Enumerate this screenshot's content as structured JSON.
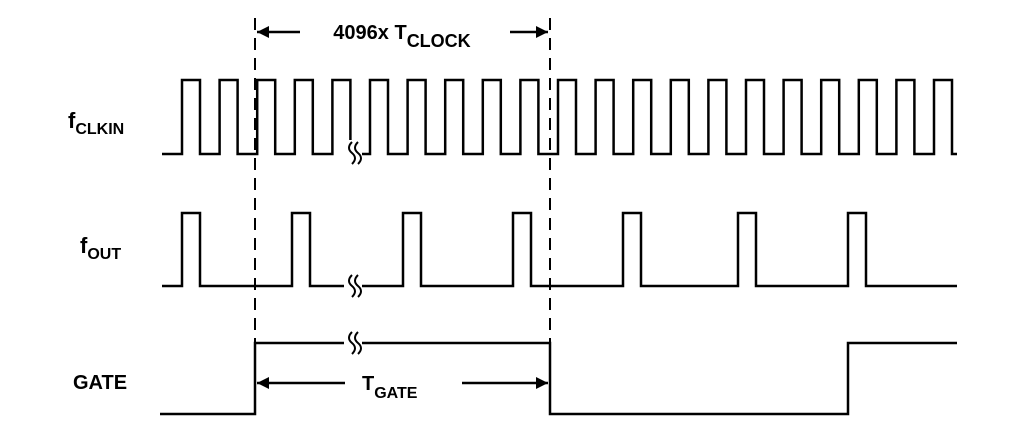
{
  "signals": {
    "clkin": {
      "main": "f",
      "sub": "CLKIN"
    },
    "out": {
      "main": "f",
      "sub": "OUT"
    },
    "gate": {
      "main": "GATE"
    }
  },
  "annotations": {
    "top": {
      "prefix": "4096x T",
      "sub": "CLOCK"
    },
    "bottom": {
      "main": "T",
      "sub": "GATE"
    }
  }
}
